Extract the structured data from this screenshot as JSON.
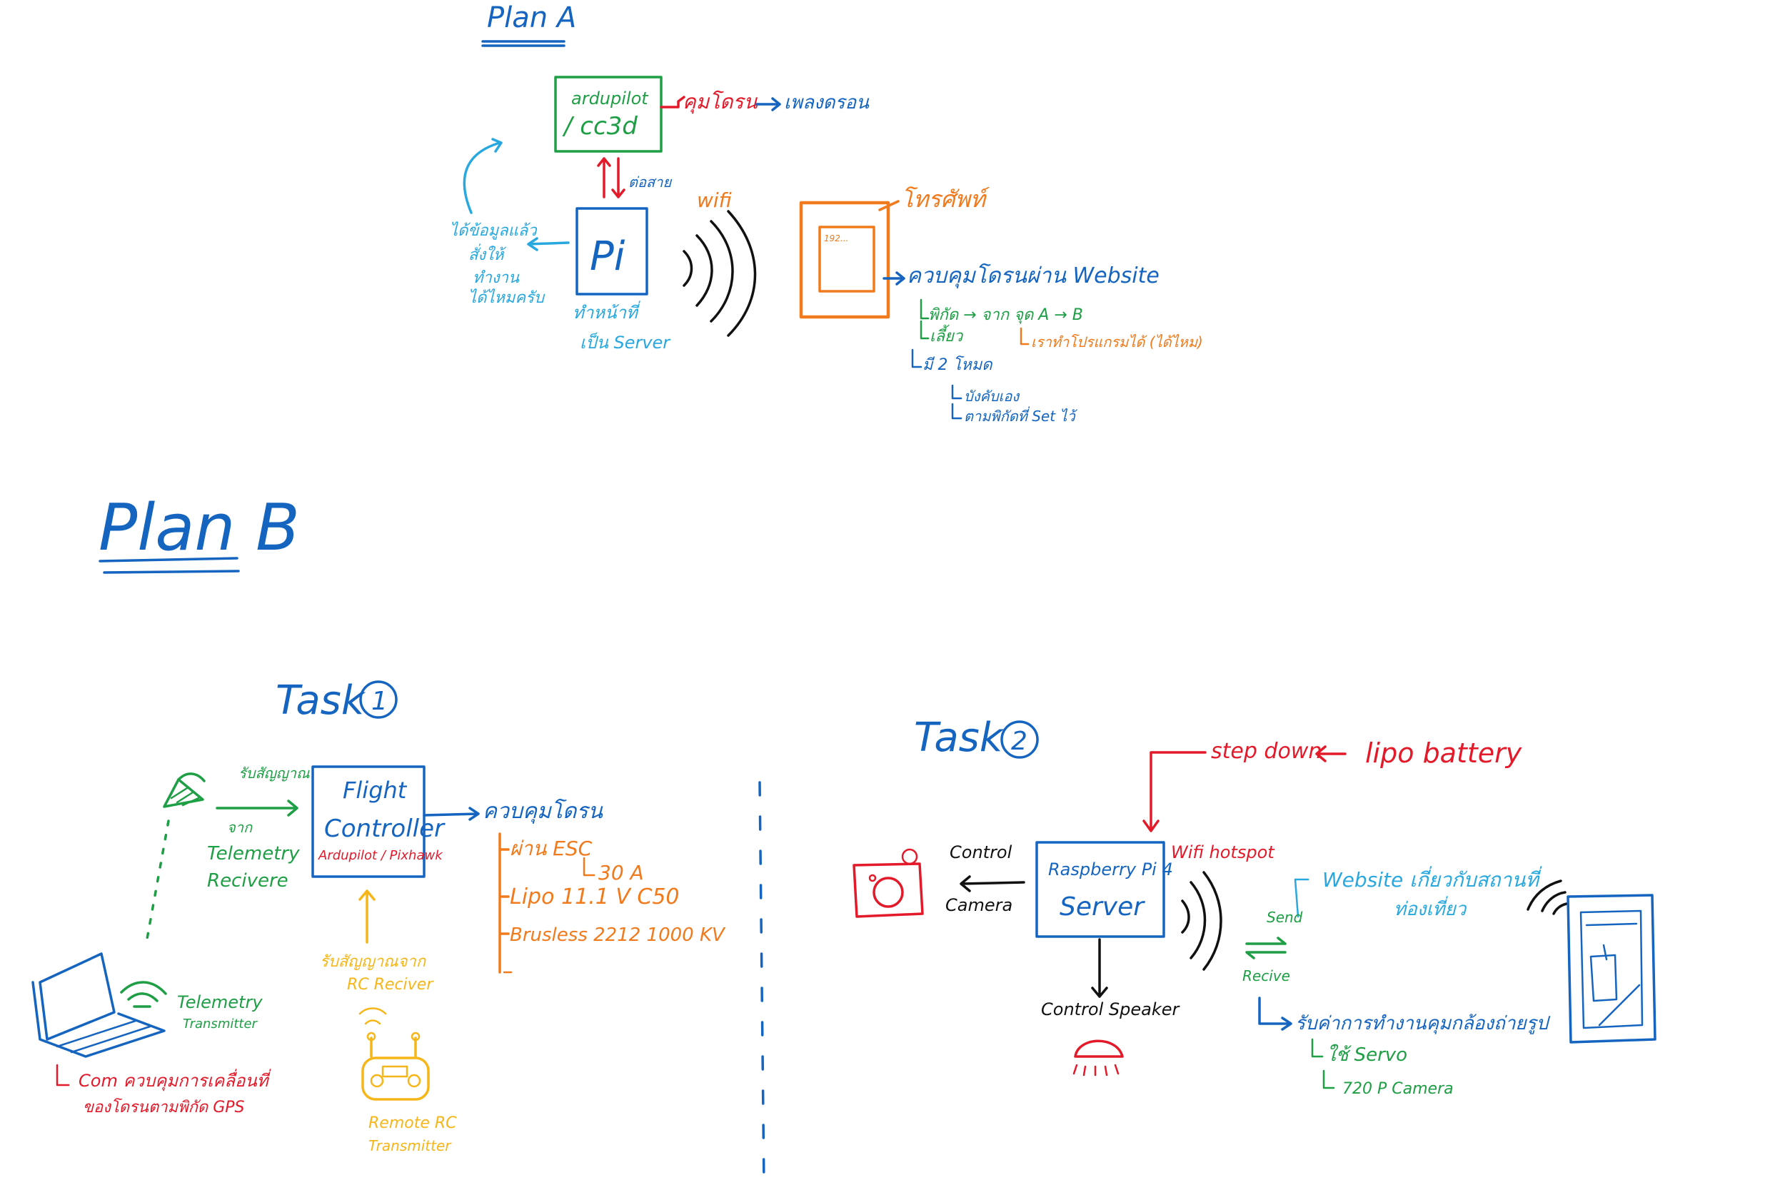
{
  "colors": {
    "blue": "#1565c0",
    "light_blue": "#29a8e0",
    "green": "#1e9e45",
    "red": "#e21a2a",
    "orange": "#f07a1c",
    "yellow": "#f6b619",
    "black": "#111111"
  },
  "plan_a": {
    "title": "Plan A",
    "fc_box": {
      "line1": "ardupilot",
      "line2": "/ cc3d"
    },
    "drone_control": "คุมโดรน",
    "drone_label": "เพลงดรอน",
    "cable_label": "ต่อสาย",
    "pi_label": "Pi",
    "pi_caption": {
      "line1": "ทำหน้าที่",
      "line2": "เป็น Server"
    },
    "feedback": {
      "line1": "ได้ข้อมูลแล้ว",
      "line2": "สั่งให้",
      "line3": "ทำงาน",
      "line4": "ได้ไหมครับ"
    },
    "wifi_label": "wifi",
    "phone_label": "โทรศัพท์",
    "phone_screen": "192...",
    "website_control": "ควบคุมโดรนผ่าน Website",
    "sub_coord": "พิกัด → จาก จุด A → B",
    "sub_turn": "เลี้ยว",
    "sub_program": "เราทำโปรแกรมได้ (ได้ไหม)",
    "sub_modes": "มี 2 โหมด",
    "sub_mode1": "บังคับเอง",
    "sub_mode2": "ตามพิกัดที่ Set ไว้"
  },
  "plan_b": {
    "title": "Plan B"
  },
  "task1": {
    "title": "Task",
    "number": "1",
    "fc_line1": "Flight",
    "fc_line2": "Controller",
    "fc_sub": "Ardupilot / Pixhawk",
    "signal_in": "รับสัญญาณ",
    "from": "จาก",
    "telemetry_receiver_1": "Telemetry",
    "telemetry_receiver_2": "Recivere",
    "control_drone": "ควบคุมโดรน",
    "via_esc": "ผ่าน ESC",
    "esc_amp": "30 A",
    "lipo": "Lipo 11.1 V C50",
    "brushless": "Brusless 2212 1000 KV",
    "rc_signal_1": "รับสัญญาณจาก",
    "rc_signal_2": "RC Reciver",
    "remote_1": "Remote RC",
    "remote_2": "Transmitter",
    "telemetry_tx_1": "Telemetry",
    "telemetry_tx_2": "Transmitter",
    "com_note_1": "Com ควบคุมการเคลื่อนที่",
    "com_note_2": "ของโดรนตามพิกัด GPS"
  },
  "task2": {
    "title": "Task",
    "number": "2",
    "stepdown": "step down",
    "lipo_battery": "lipo battery",
    "server_line1": "Raspberry Pi 4",
    "server_line2": "Server",
    "wifi_hotspot": "Wifi hotspot",
    "control_camera_1": "Control",
    "control_camera_2": "Camera",
    "control_speaker": "Control Speaker",
    "website_line1": "Website เกี่ยวกับสถานที่",
    "website_line2": "ท่องเที่ยว",
    "send": "Send",
    "receive": "Recive",
    "receive_value": "รับค่าการทำงานคุมกล้องถ่ายรูป",
    "servo": "ใช้ Servo",
    "camera_720": "720 P Camera"
  }
}
